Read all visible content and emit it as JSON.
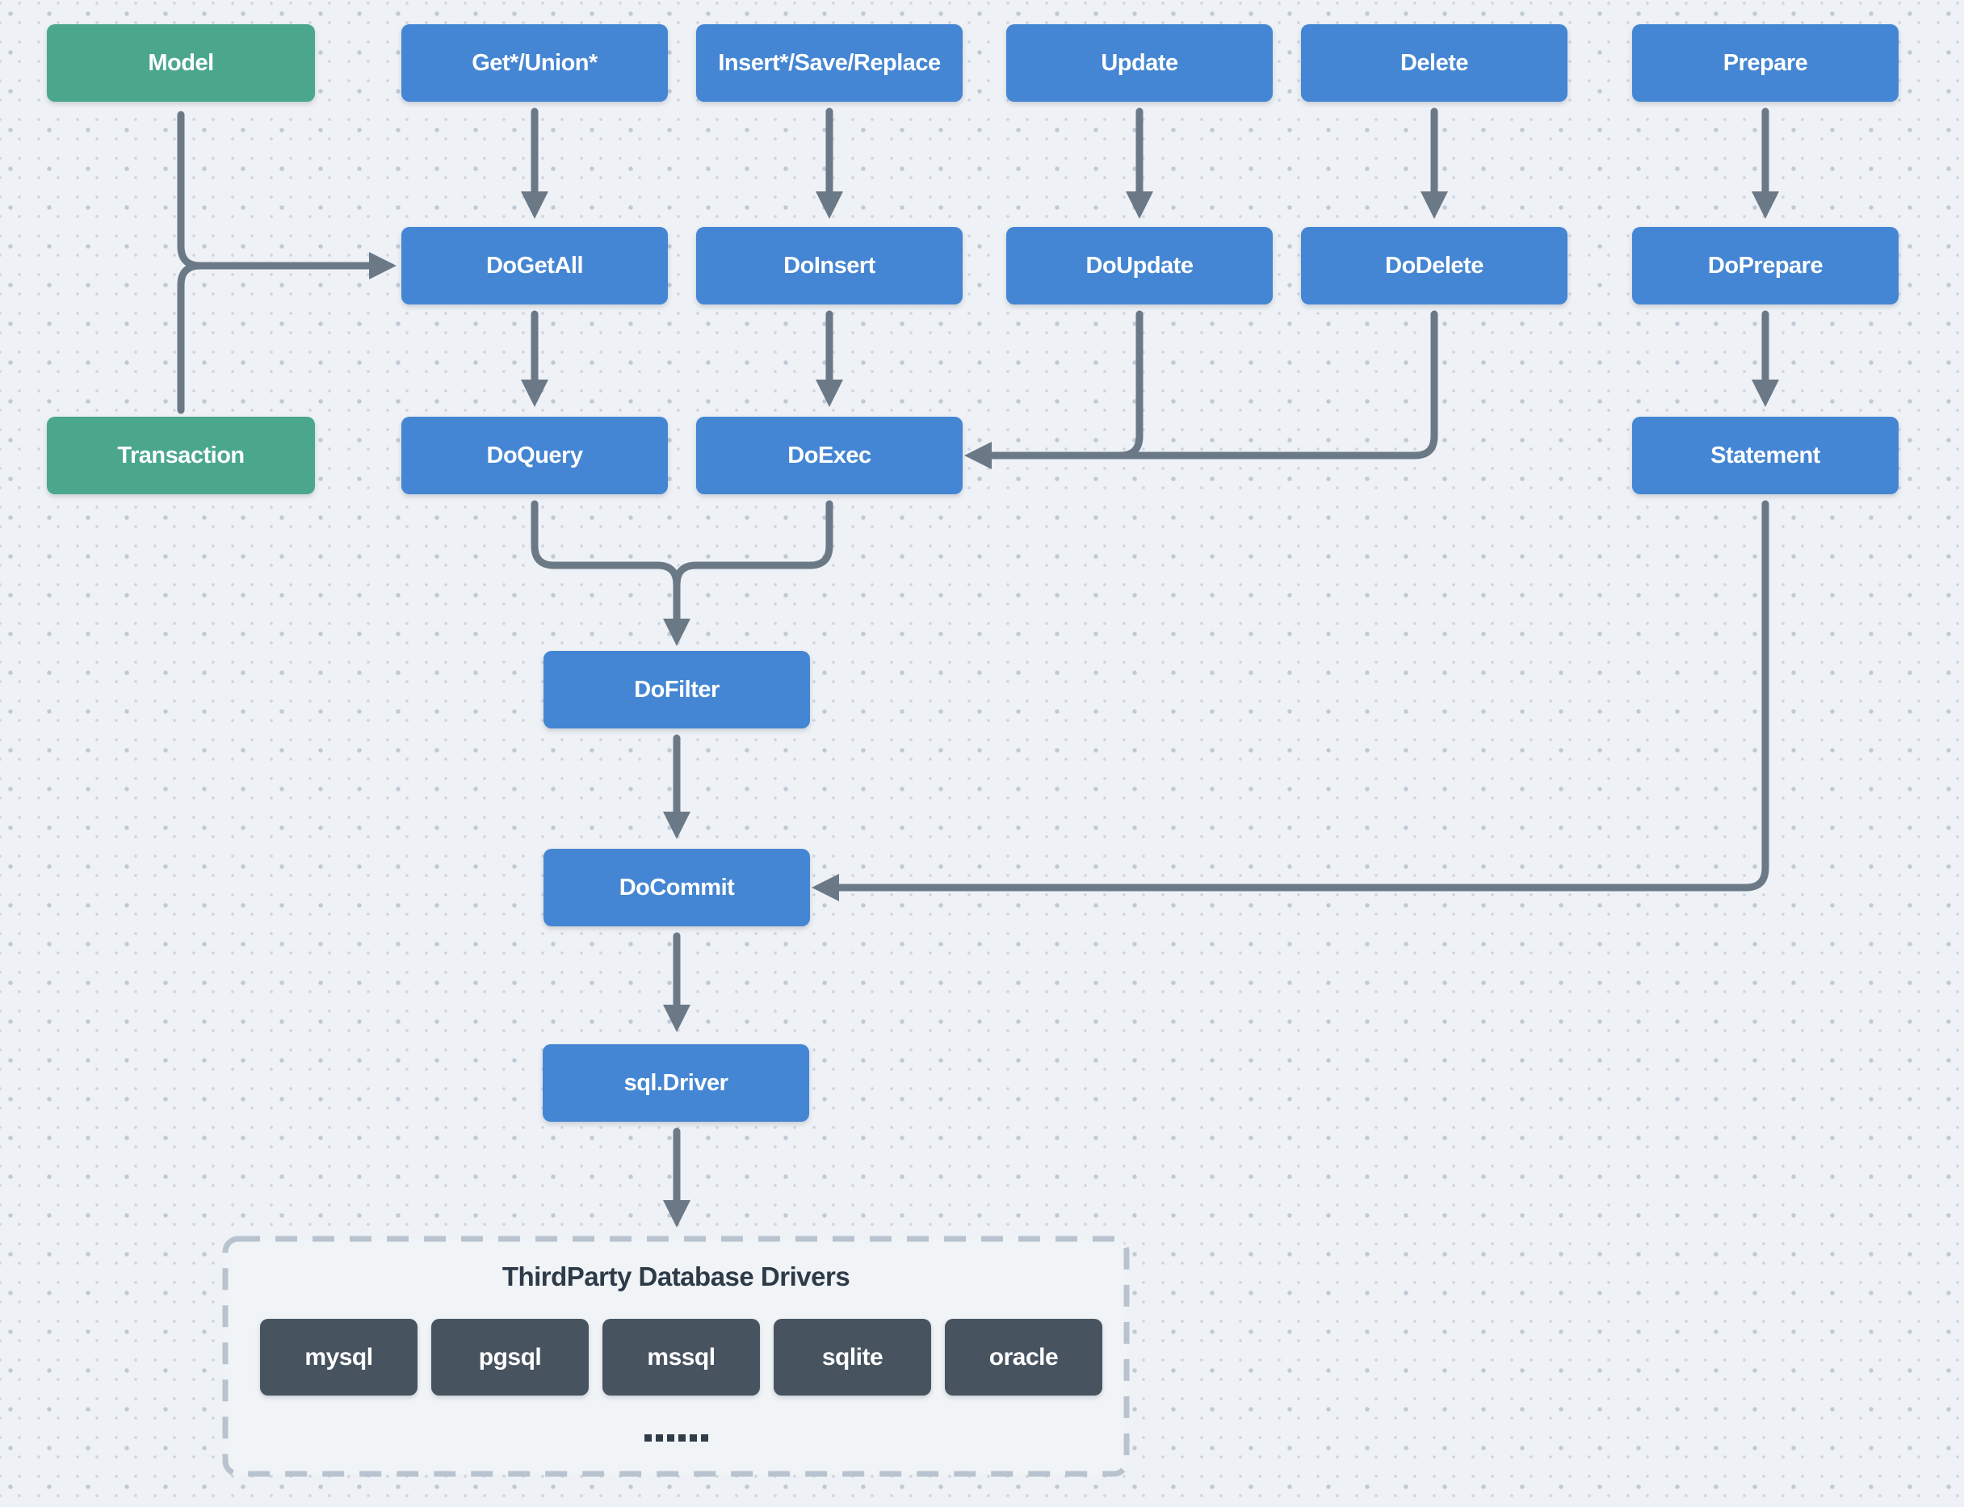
{
  "diagram": {
    "nodes": {
      "model": "Model",
      "get_union": "Get*/Union*",
      "insert_save_replace": "Insert*/Save/Replace",
      "update": "Update",
      "delete": "Delete",
      "prepare": "Prepare",
      "do_getall": "DoGetAll",
      "do_insert": "DoInsert",
      "do_update": "DoUpdate",
      "do_delete": "DoDelete",
      "do_prepare": "DoPrepare",
      "transaction": "Transaction",
      "do_query": "DoQuery",
      "do_exec": "DoExec",
      "statement": "Statement",
      "do_filter": "DoFilter",
      "do_commit": "DoCommit",
      "sql_driver": "sql.Driver"
    },
    "drivers_panel": {
      "title": "ThirdParty Database Drivers",
      "items": [
        "mysql",
        "pgsql",
        "mssql",
        "sqlite",
        "oracle"
      ],
      "ellipsis_dots": 6
    },
    "colors": {
      "background": "#eef1f5",
      "dot_grid": "#c3cdd9",
      "node_blue": "#4486d3",
      "node_green": "#4aa78c",
      "node_slate": "#475460",
      "arrow": "#6b7987",
      "dashed_border": "#b8c3cf",
      "panel_fill": "#f1f4f7",
      "title_text": "#2d3a47",
      "node_text": "#ffffff"
    }
  }
}
